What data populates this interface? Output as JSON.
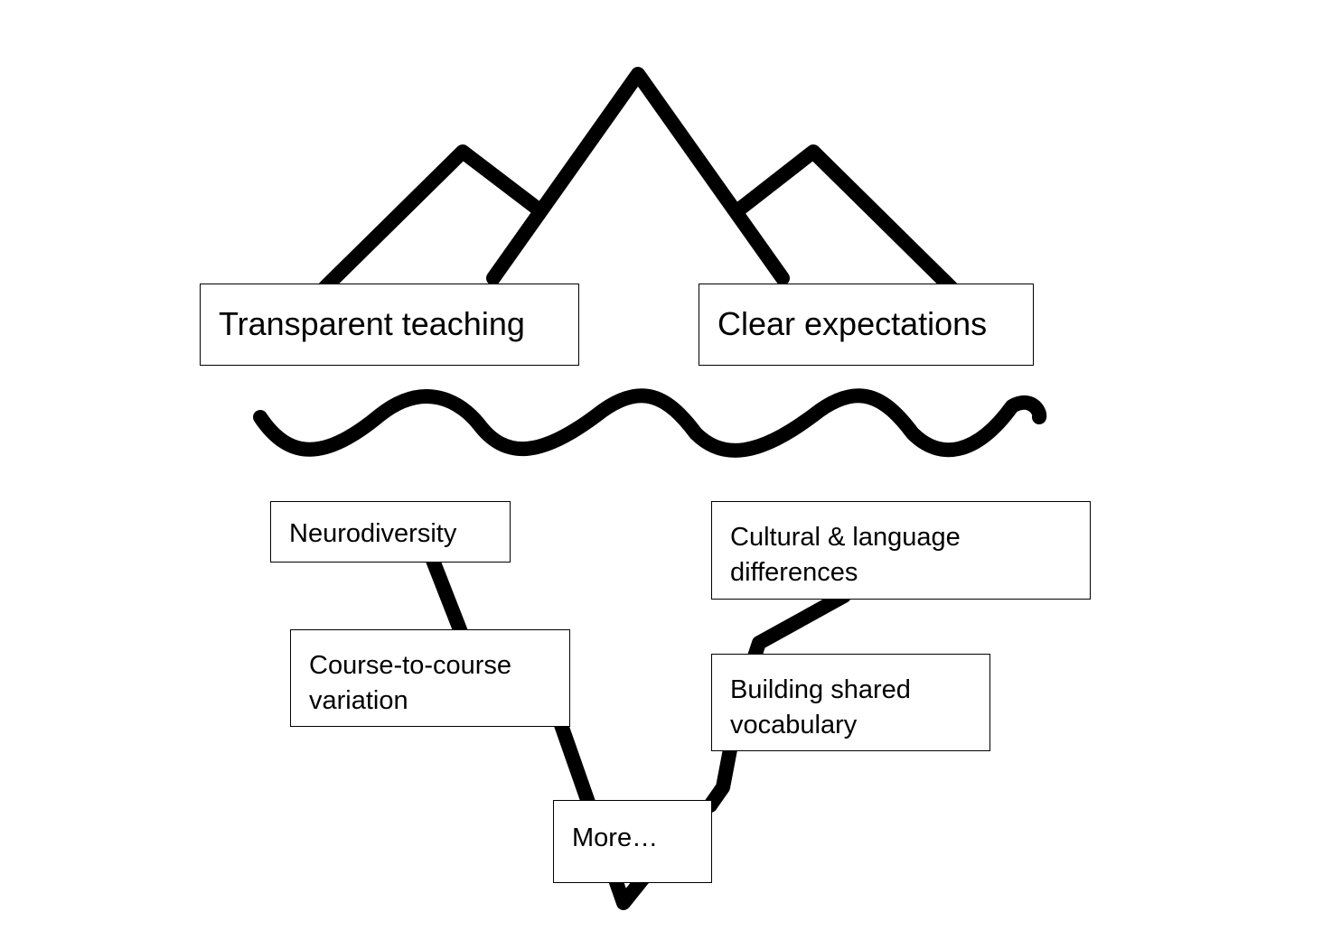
{
  "diagram": {
    "title": "",
    "type": "iceberg",
    "above_water": [
      {
        "id": "transparent-teaching",
        "label": "Transparent teaching"
      },
      {
        "id": "clear-expectations",
        "label": "Clear expectations"
      }
    ],
    "below_water": [
      {
        "id": "neurodiversity",
        "lines": [
          "Neurodiversity"
        ]
      },
      {
        "id": "course-variation",
        "lines": [
          "Course-to-course",
          "variation"
        ]
      },
      {
        "id": "cultural-language",
        "lines": [
          "Cultural & language",
          "differences"
        ]
      },
      {
        "id": "shared-vocabulary",
        "lines": [
          "Building shared",
          "vocabulary"
        ]
      },
      {
        "id": "more",
        "lines": [
          "More…"
        ]
      }
    ],
    "colors": {
      "ink": "#000000",
      "background": "#ffffff"
    }
  }
}
